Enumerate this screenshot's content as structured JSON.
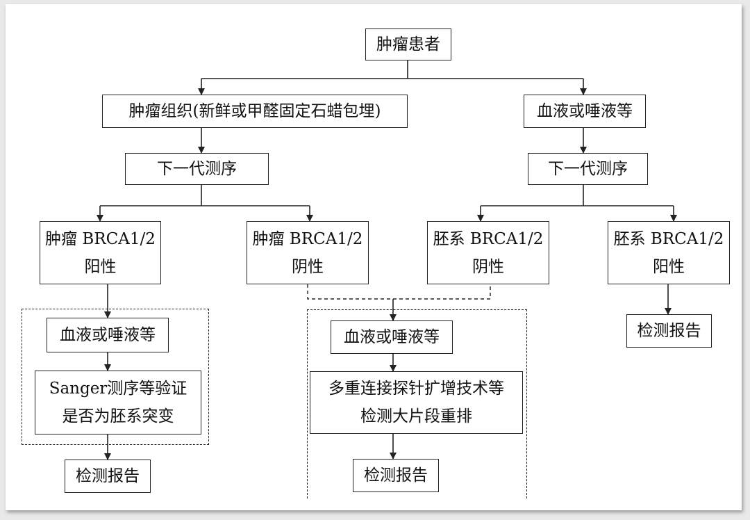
{
  "diagram": {
    "root": "肿瘤患者",
    "left_sample": "肿瘤组织(新鲜或甲醛固定石蜡包埋)",
    "right_sample": "血液或唾液等",
    "ngs_left": "下一代测序",
    "ngs_right": "下一代测序",
    "tumor_pos": [
      "肿瘤 BRCA1/2",
      "阳性"
    ],
    "tumor_neg": [
      "肿瘤 BRCA1/2",
      "阴性"
    ],
    "germ_neg": [
      "胚系 BRCA1/2",
      "阴性"
    ],
    "germ_pos": [
      "胚系 BRCA1/2",
      "阳性"
    ],
    "blood_a": "血液或唾液等",
    "sanger": [
      "Sanger测序等验证",
      "是否为胚系突变"
    ],
    "report_a": "检测报告",
    "blood_b": "血液或唾液等",
    "mlpa": [
      "多重连接探针扩增技术等",
      "检测大片段重排"
    ],
    "report_b": "检测报告",
    "report_c": "检测报告"
  }
}
